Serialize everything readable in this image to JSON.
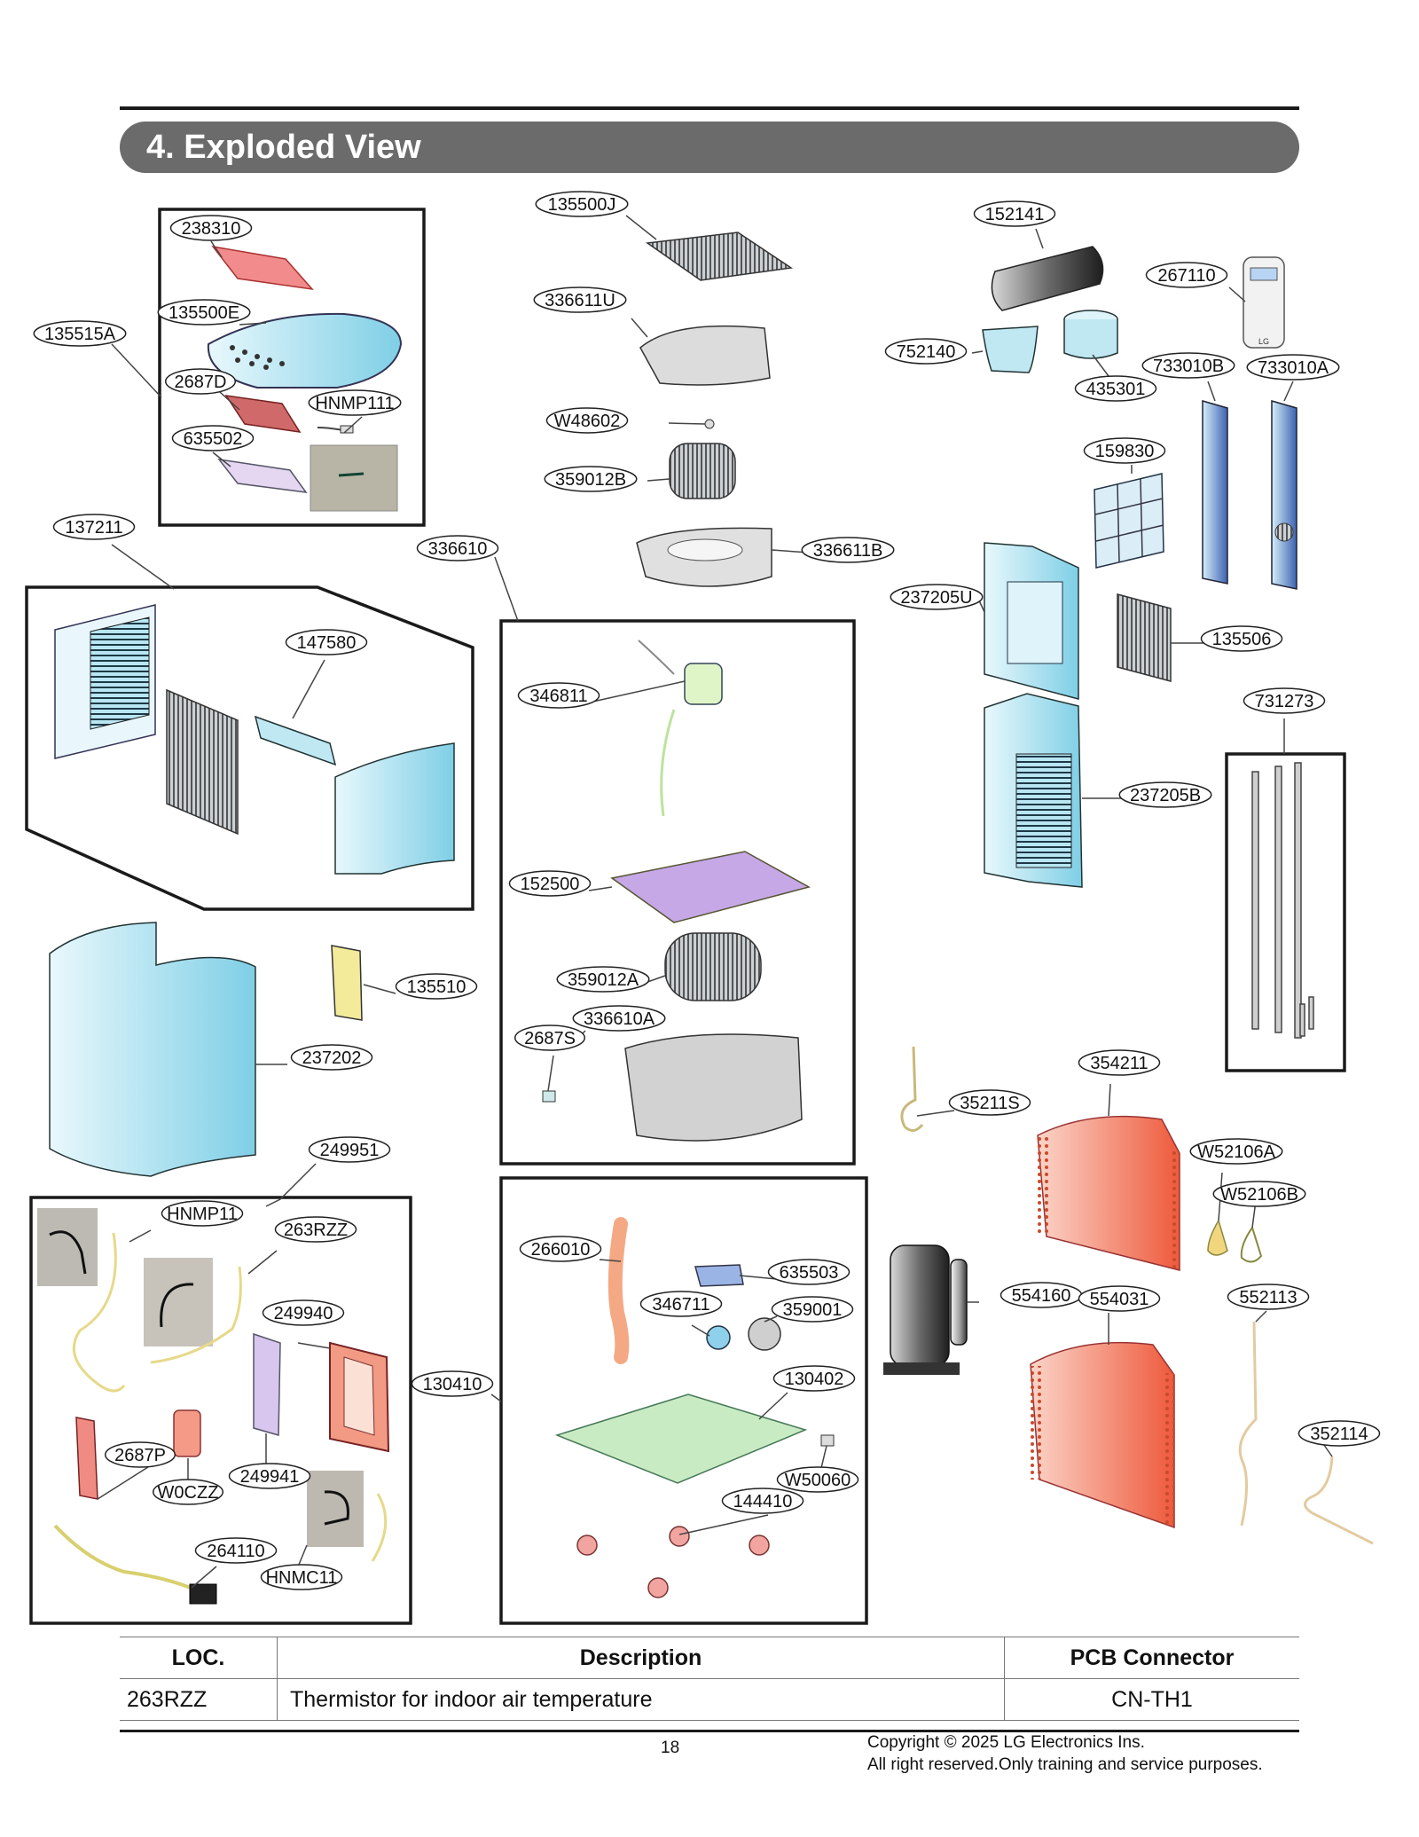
{
  "section_title": "4. Exploded View",
  "parts": {
    "p238310": "238310",
    "p135500E": "135500E",
    "p135515A": "135515A",
    "p2687D": "2687D",
    "pHNMP111": "HNMP111",
    "p635502": "635502",
    "p137211": "137211",
    "p147580": "147580",
    "p135510": "135510",
    "p237202": "237202",
    "p249951": "249951",
    "pHNMP11": "HNMP11",
    "p263RZZ": "263RZZ",
    "p249940": "249940",
    "p2687P": "2687P",
    "pW0CZZ": "W0CZZ",
    "p249941": "249941",
    "p264110": "264110",
    "pHNMC11": "HNMC11",
    "p135500J": "135500J",
    "p336611U": "336611U",
    "pW48602": "W48602",
    "p359012B": "359012B",
    "p336611B": "336611B",
    "p336610": "336610",
    "p346811": "346811",
    "p152500": "152500",
    "p359012A": "359012A",
    "p336610A": "336610A",
    "p2687S": "2687S",
    "p266010": "266010",
    "p635503": "635503",
    "p346711": "346711",
    "p359001": "359001",
    "p130410": "130410",
    "p130402": "130402",
    "pW50060": "W50060",
    "p144410": "144410",
    "p152141": "152141",
    "p267110": "267110",
    "p752140": "752140",
    "p435301": "435301",
    "p733010B": "733010B",
    "p733010A": "733010A",
    "p159830": "159830",
    "p237205U": "237205U",
    "p135506": "135506",
    "p731273": "731273",
    "p237205B": "237205B",
    "p35211S": "35211S",
    "p354211": "354211",
    "pW52106A": "W52106A",
    "pW52106B": "W52106B",
    "p554160": "554160",
    "p554031": "554031",
    "p552113": "552113",
    "p352114": "352114"
  },
  "remote_brand": "LG",
  "table": {
    "headers": {
      "loc": "LOC.",
      "description": "Description",
      "pcb": "PCB Connector"
    },
    "rows": [
      {
        "loc": "263RZZ",
        "description": "Thermistor for indoor air temperature",
        "pcb": "CN-TH1"
      }
    ]
  },
  "footer": {
    "page_number": "18",
    "copyright_line1": "Copyright © 2025 LG Electronics Ins.",
    "copyright_line2": "All right reserved.Only training and service purposes."
  },
  "colors": {
    "banner": "#6b6b6b",
    "panel_blue": "#8fd3e8",
    "filter_blue": "#4a6fb8",
    "coil_red": "#ee5a3c",
    "base_green": "#b9e6b4",
    "base_purple": "#c6a8e6",
    "label_border": "#222222"
  }
}
